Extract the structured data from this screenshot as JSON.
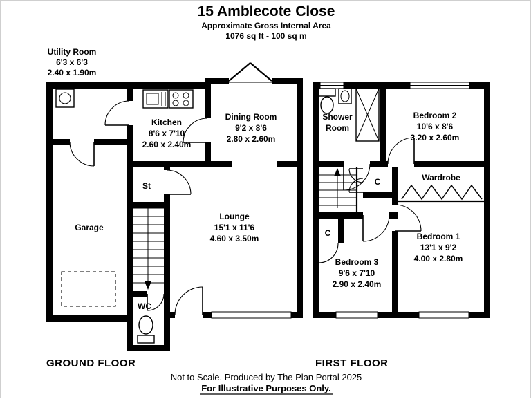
{
  "title": {
    "line1": "15 Amblecote Close",
    "line2": "Approximate Gross Internal Area",
    "line3": "1076 sq ft - 100 sq m"
  },
  "ground_floor": {
    "label": "GROUND FLOOR",
    "rooms": {
      "utility": {
        "name": "Utility Room",
        "dims_ft": "6'3 x 6'3",
        "dims_m": "2.40 x 1.90m"
      },
      "kitchen": {
        "name": "Kitchen",
        "dims_ft": "8'6 x 7'10",
        "dims_m": "2.60 x 2.40m"
      },
      "dining": {
        "name": "Dining Room",
        "dims_ft": "9'2 x 8'6",
        "dims_m": "2.80 x 2.60m"
      },
      "lounge": {
        "name": "Lounge",
        "dims_ft": "15'1 x 11'6",
        "dims_m": "4.60 x 3.50m"
      },
      "garage": {
        "name": "Garage"
      },
      "store": {
        "name": "St"
      },
      "wc": {
        "name": "WC"
      }
    }
  },
  "first_floor": {
    "label": "FIRST FLOOR",
    "rooms": {
      "shower": {
        "name_line1": "Shower",
        "name_line2": "Room"
      },
      "bedroom2": {
        "name": "Bedroom 2",
        "dims_ft": "10'6 x 8'6",
        "dims_m": "3.20 x 2.60m"
      },
      "bedroom1": {
        "name": "Bedroom 1",
        "dims_ft": "13'1 x 9'2",
        "dims_m": "4.00 x 2.80m"
      },
      "bedroom3": {
        "name": "Bedroom 3",
        "dims_ft": "9'6 x 7'10",
        "dims_m": "2.90 x 2.40m"
      },
      "wardrobe": {
        "name": "Wardrobe"
      },
      "cupboard_landing": {
        "name": "C"
      },
      "cupboard_bedroom3": {
        "name": "C"
      }
    }
  },
  "footer": {
    "line1": "Not to Scale. Produced by The Plan Portal 2025",
    "line2": "For Illustrative Purposes Only."
  },
  "colors": {
    "wall": "#000000",
    "background": "#ffffff"
  }
}
